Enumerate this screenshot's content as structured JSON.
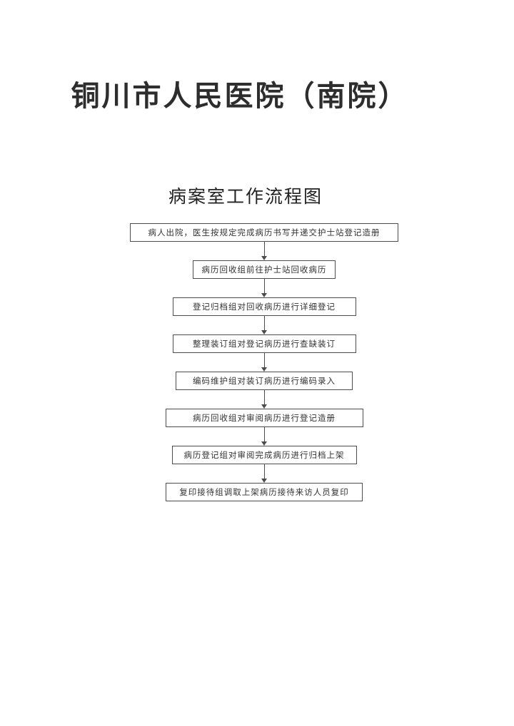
{
  "page": {
    "title": "铜川市人民医院（南院）",
    "subtitle": "病案室工作流程图"
  },
  "flowchart": {
    "steps": [
      {
        "label": "病人出院，医生按规定完成病历书写并递交护士站登记造册"
      },
      {
        "label": "病历回收组前往护士站回收病历"
      },
      {
        "label": "登记归档组对回收病历进行详细登记"
      },
      {
        "label": "整理装订组对登记病历进行查缺装订"
      },
      {
        "label": "编码维护组对装订病历进行编码录入"
      },
      {
        "label": "病历回收组对审阅病历进行登记造册"
      },
      {
        "label": "病历登记组对审阅完成病历进行归档上架"
      },
      {
        "label": "复印接待组调取上架病历接待来访人员复印"
      }
    ]
  }
}
